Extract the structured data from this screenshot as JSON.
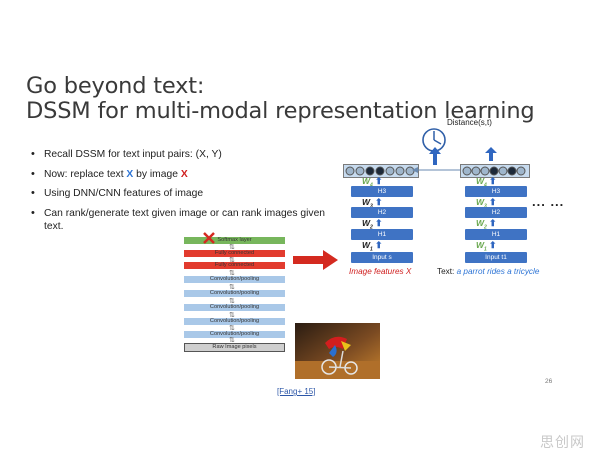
{
  "slide": {
    "title_line1": "Go beyond text:",
    "title_line2": "DSSM for multi-modal representation learning",
    "distance_label": "Distance(s,t)",
    "page_number": "26",
    "citation": "[Fang+ 15]"
  },
  "bullets": [
    {
      "text": "Recall DSSM for text input pairs:  (X, Y)"
    },
    {
      "pre": "Now: replace text ",
      "x1": "X",
      "mid": " by image ",
      "x2": "X"
    },
    {
      "text": "Using DNN/CNN features of image"
    },
    {
      "text": "Can rank/generate text given image or can rank images given text."
    }
  ],
  "cnn_stack": {
    "layers": [
      "Softmax layer",
      "Fully connected",
      "Fully connected",
      "Convolution/pooling",
      "Convolution/pooling",
      "Convolution/pooling",
      "Convolution/pooling",
      "Convolution/pooling",
      "Raw Image pixels"
    ]
  },
  "left_tower": {
    "layers": [
      "H3",
      "H2",
      "H1",
      "Input s"
    ],
    "weights": [
      "W",
      "W",
      "W",
      "W"
    ],
    "weight_subs": [
      "4",
      "3",
      "2",
      "1"
    ],
    "caption_text": "Image features X"
  },
  "right_tower": {
    "layers": [
      "H3",
      "H2",
      "H1",
      "Input t1"
    ],
    "weights": [
      "W",
      "W",
      "W",
      "W"
    ],
    "weight_subs": [
      "4",
      "3",
      "2",
      "1"
    ],
    "caption_prefix": "Text: ",
    "caption_text": "a parrot rides a tricycle"
  },
  "ellipsis": "... ...",
  "colors": {
    "title": "#3a3a3a",
    "layer_box": "#3f73c4",
    "cnn_light": "#a9c8e8",
    "cnn_red": "#e23b2e",
    "cnn_green": "#77b65c",
    "highlight_red": "#d02020",
    "highlight_blue": "#2e75d6",
    "weight_green": "#6aa84f",
    "arrow_red": "#d42a20"
  },
  "icons": {
    "removed_marker": "red-x-icon",
    "arrow": "red-arrow-icon",
    "distance": "cosine-dial-icon",
    "photo": "parrot-tricycle-photo"
  }
}
